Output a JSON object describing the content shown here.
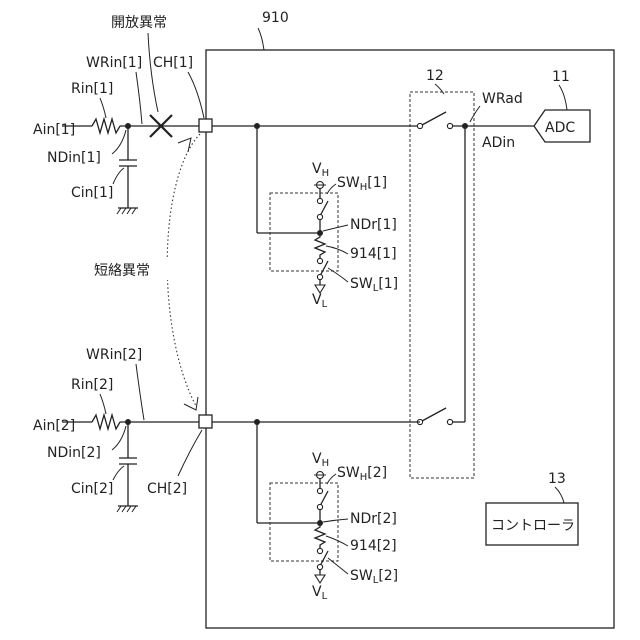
{
  "anomalies": {
    "open": "開放異常",
    "short": "短絡異常"
  },
  "refs": {
    "device": "910",
    "switch_unit": "12",
    "adc": "11",
    "controller": "13"
  },
  "blocks": {
    "adc": "ADC",
    "controller": "コントローラ"
  },
  "signals": {
    "wrad": "WRad",
    "adin": "ADin"
  },
  "inputs": [
    {
      "ain": "Ain[1]",
      "rin": "Rin[1]",
      "wrin": "WRin[1]",
      "ch": "CH[1]",
      "ndin": "NDin[1]",
      "cin": "Cin[1]",
      "vh_main": "V",
      "vh_sub": "H",
      "swh_main": "SW",
      "swh_sub": "H",
      "swh_tail": "[1]",
      "ndr": "NDr[1]",
      "res": "914[1]",
      "swl_main": "SW",
      "swl_sub": "L",
      "swl_tail": "[1]",
      "vl_main": "V",
      "vl_sub": "L"
    },
    {
      "ain": "Ain[2]",
      "rin": "Rin[2]",
      "wrin": "WRin[2]",
      "ch": "CH[2]",
      "ndin": "NDin[2]",
      "cin": "Cin[2]",
      "vh_main": "V",
      "vh_sub": "H",
      "swh_main": "SW",
      "swh_sub": "H",
      "swh_tail": "[2]",
      "ndr": "NDr[2]",
      "res": "914[2]",
      "swl_main": "SW",
      "swl_sub": "L",
      "swl_tail": "[2]",
      "vl_main": "V",
      "vl_sub": "L"
    }
  ]
}
